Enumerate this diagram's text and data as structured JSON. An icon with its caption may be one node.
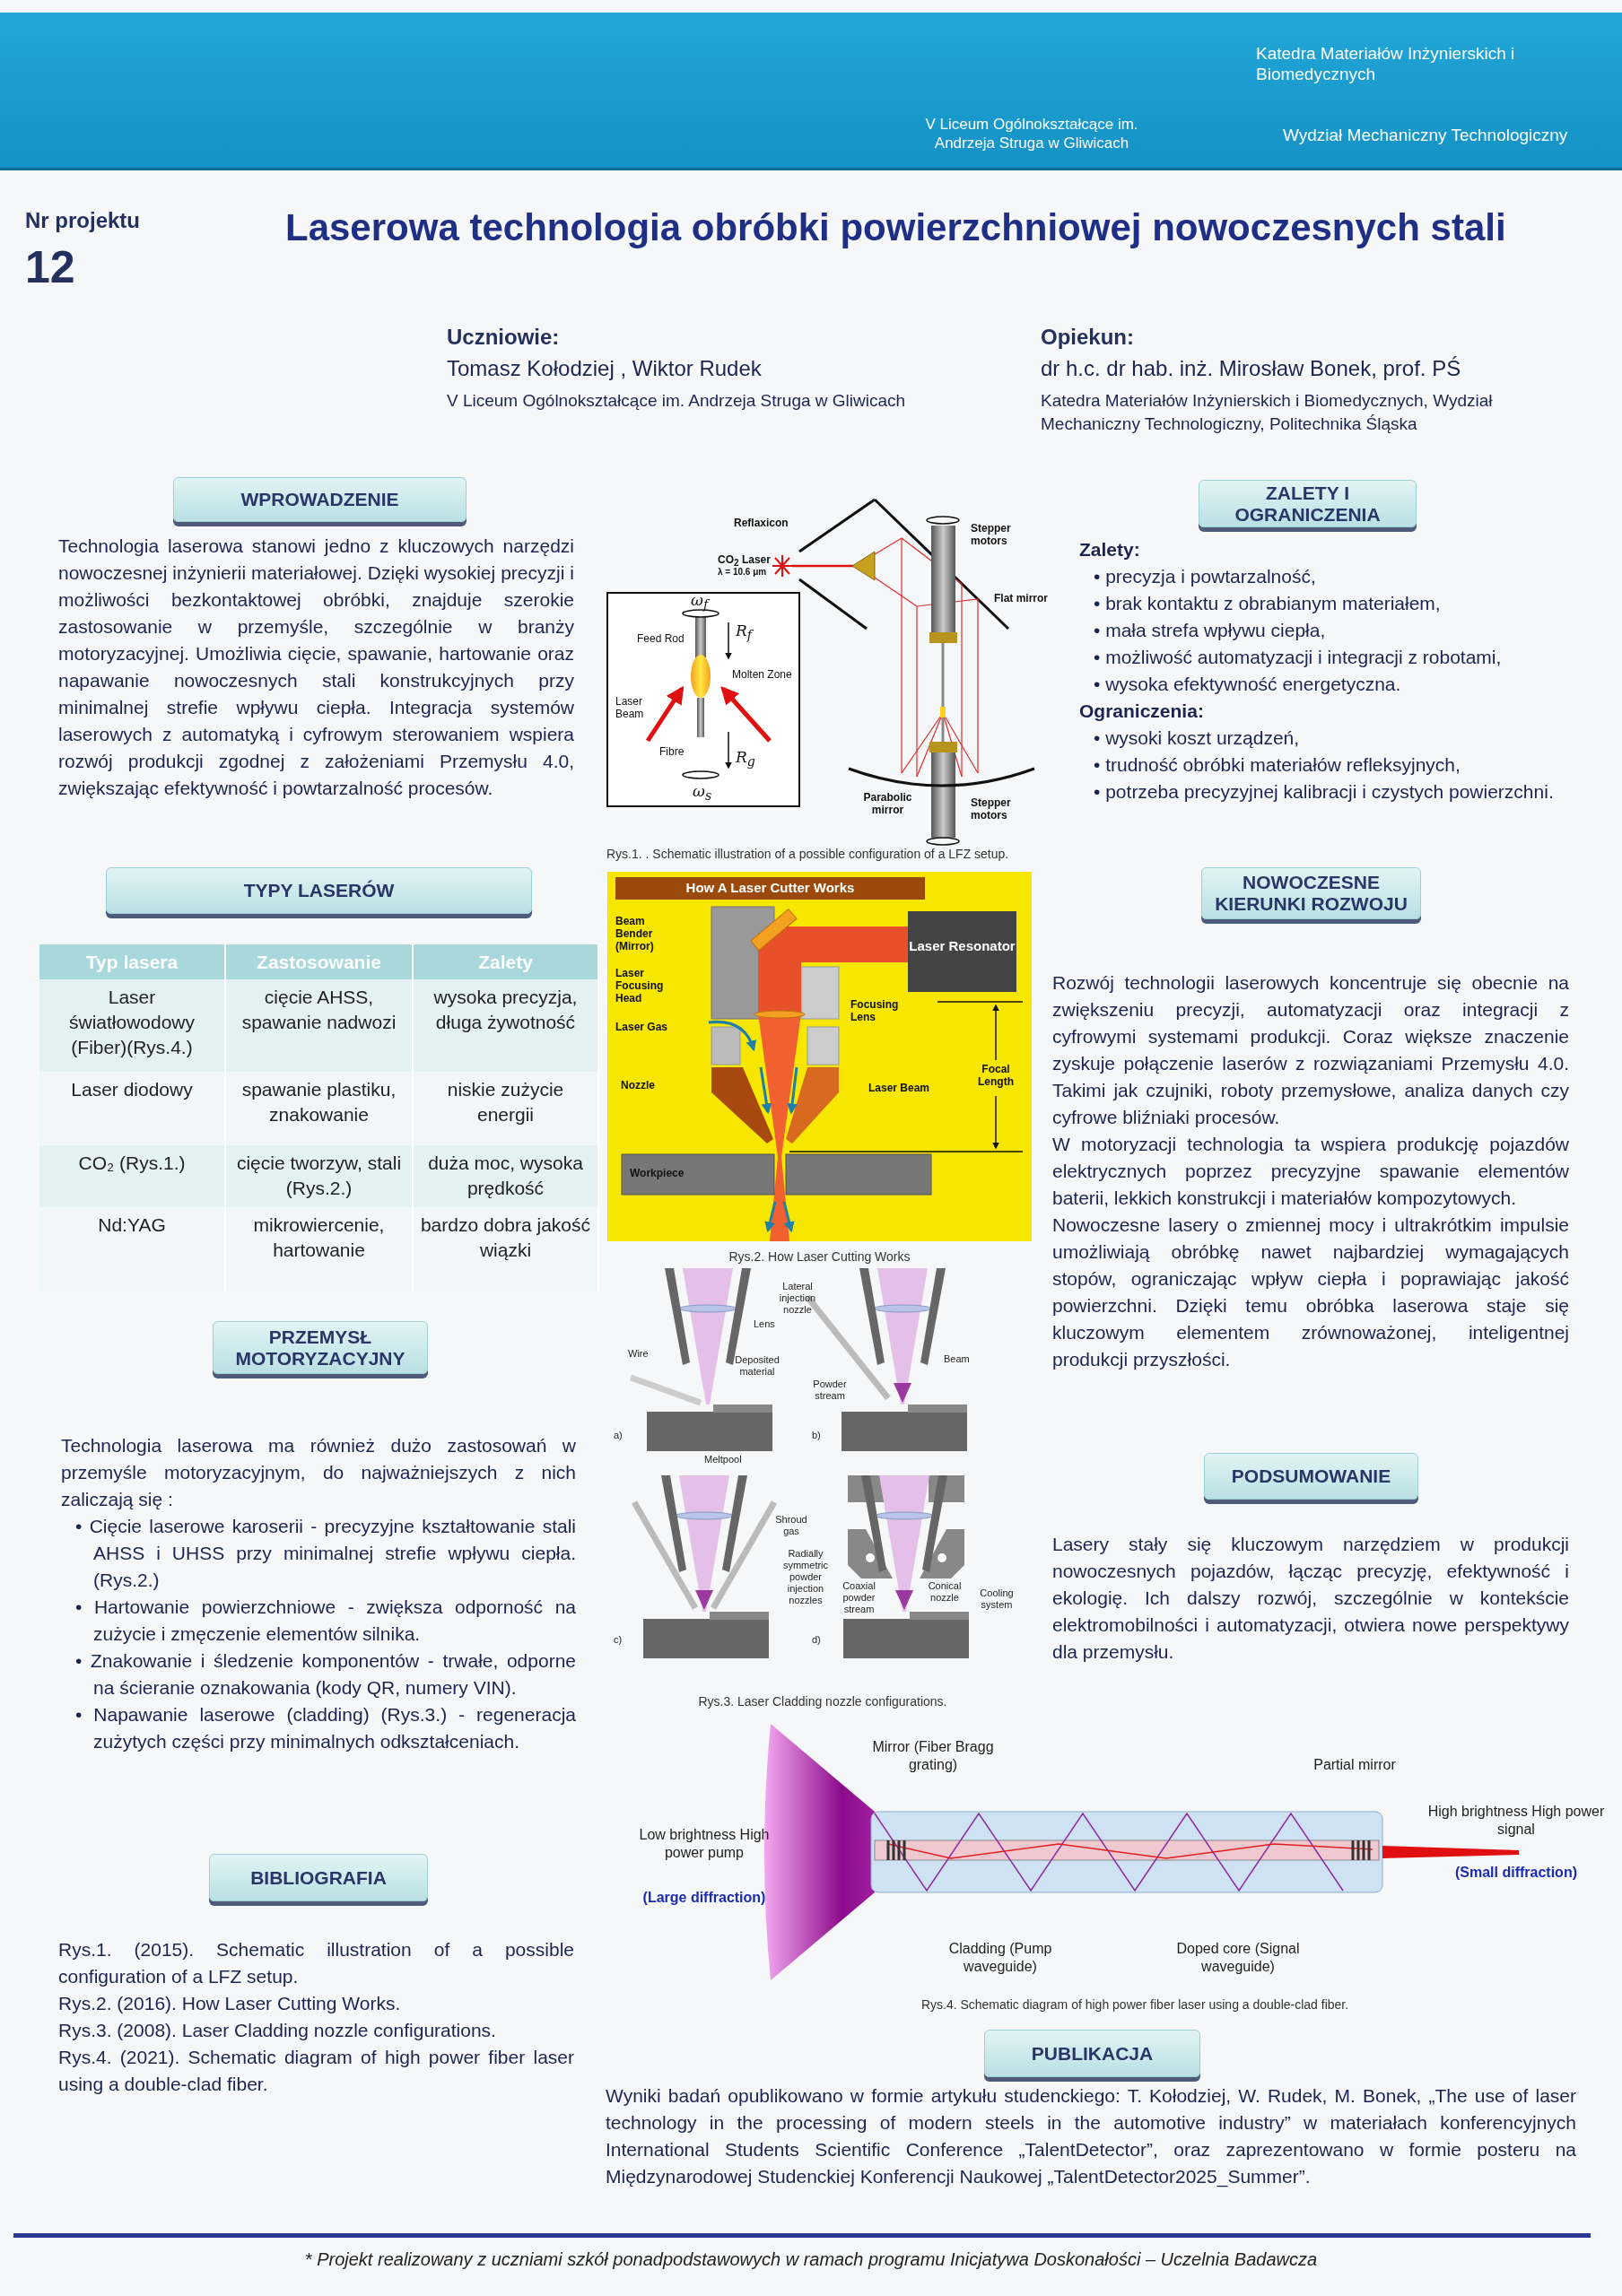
{
  "diagram": {
    "title": "Laserowa technologia obróbki powierzchniowej nowoczesnych stali",
    "caption": "* Projekt realizowany z uczniami szkół ponadpodstawowych w ramach programu Inicjatywa Doskonałości – Uczelnia Badawcza",
    "nodes": [
      {
        "text": [
          "WPROWADZENIE"
        ],
        "beside": [
          "Technologia laserowa stanowi jedno z kluczowych narzędzi nowoczesnej inżynierii materiałowej. Dzięki wysokiej precyzji i możliwości bezkontaktowej obróbki, znajduje szerokie zastosowanie w przemyśle, szczególnie w branży motoryzacyjnej. Umożliwia cięcie, spawanie, hartowanie oraz napawanie nowoczesnych stali konstrukcyjnych przy minimalnej strefie wpływu ciepła. Integracja systemów laserowych z automatyką i cyfrowym sterowaniem wspiera rozwój produkcji zgodnej z założeniami Przemysłu 4.0, zwiększając efektywność i powtarzalność procesów."
        ]
      },
      {
        "text": [
          "ZALETY I OGRANICZENIA"
        ],
        "beside": [
          "Zalety:",
          "• precyzja i powtarzalność,",
          "• brak kontaktu z obrabianym materiałem,",
          "• mała strefa wpływu ciepła,",
          "• możliwość automatyzacji i integracji z robotami,",
          "• wysoka efektywność energetyczna.",
          "Ograniczenia:",
          "• wysoki koszt urządzeń,",
          "• trudność obróbki materiałów refleksyjnych,",
          "• potrzeba precyzyjnej kalibracji i czystych powierzchni."
        ]
      },
      {
        "text": [
          "TYPY LASERÓW"
        ]
      },
      {
        "text": [
          "NOWOCZESNE KIERUNKI ROZWOJU"
        ],
        "beside": [
          "Rozwój technologii laserowych koncentruje się obecnie na zwiększeniu precyzji, automatyzacji oraz integracji z cyfrowymi systemami produkcji. Coraz większe znaczenie zyskuje połączenie laserów z rozwiązaniami Przemysłu 4.0. Takimi jak czujniki, roboty przemysłowe, analiza danych czy cyfrowe bliźniaki procesów.",
          "W motoryzacji technologia ta wspiera produkcję pojazdów elektrycznych poprzez precyzyjne spawanie elementów baterii, lekkich konstrukcji i materiałów kompozytowych.",
          "Nowoczesne lasery o zmiennej mocy i ultrakrótkim impulsie umożliwiają obróbkę nawet najbardziej wymagających stopów, ograniczając wpływ ciepła i poprawiając jakość powierzchni. Dzięki temu obróbka laserowa staje się kluczowym elementem zrównoważonej, inteligentnej produkcji przyszłości."
        ]
      },
      {
        "text": [
          "PRZEMYSŁ MOTORYZACYJNY"
        ],
        "beside": [
          "Technologia laserowa ma również dużo zastosowań w przemyśle motoryzacyjnym, do najważniejszych z nich zaliczają się :",
          "• Cięcie laserowe karoserii - precyzyjne kształtowanie stali AHSS i UHSS przy minimalnej strefie wpływu ciepła. (Rys.2.)",
          "• Hartowanie powierzchniowe - zwiększa odporność na zużycie i zmęczenie elementów silnika.",
          "• Znakowanie i śledzenie komponentów - trwałe, odporne na ścieranie oznakowania (kody QR, numery VIN).",
          "• Napawanie laserowe (cladding) (Rys.3.) - regeneracja zużytych części przy minimalnych odkształceniach."
        ]
      },
      {
        "text": [
          "PODSUMOWANIE"
        ],
        "beside": [
          "Lasery stały się kluczowym narzędziem w produkcji nowoczesnych pojazdów, łącząc precyzję, efektywność i ekologię. Ich dalszy rozwój, szczególnie w kontekście elektromobilności i automatyzacji, otwiera nowe perspektywy dla przemysłu."
        ]
      },
      {
        "text": [
          "BIBLIOGRAFIA"
        ],
        "beside": [
          "Rys.1. (2015). Schematic illustration of a possible configuration of a LFZ setup.",
          "Rys.2. (2016). How Laser Cutting Works.",
          "Rys.3. (2008). Laser Cladding nozzle configurations.",
          "Rys.4. (2021). Schematic diagram of high power fiber laser using a double-clad fiber."
        ]
      },
      {
        "text": [
          "PUBLIKACJA"
        ],
        "beside": [
          "Wyniki badań opublikowano w formie artykułu studenckiego: T. Kołodziej, W. Rudek, M. Bonek, „The use of laser technology in the processing of modern steels in the automotive industry” w materiałach konferencyjnych International Students Scientific Conference „TalentDetector”, oraz zaprezentowano w formie posteru na Międzynarodowej Studenckiej Konferencji Naukowej „TalentDetector2025_Summer”."
        ]
      }
    ],
    "labels": [
      "V Liceum Ogólnokształcące im. Andrzeja Struga w Gliwicach",
      "Katedra Materiałów Inżynierskich i Biomedycznych",
      "Wydział Mechaniczny Technologiczny",
      "Nr projektu",
      "12",
      "Uczniowie:",
      "Tomasz Kołodziej , Wiktor Rudek",
      "V Liceum Ogólnokształcące im. Andrzeja Struga w Gliwicach",
      "Opiekun:",
      "dr h.c. dr hab. inż. Mirosław Bonek, prof. PŚ",
      "Katedra Materiałów Inżynierskich i Biomedycznych, Wydział Mechaniczny Technologiczny, Politechnika Śląska",
      "Typ lasera",
      "Zastosowanie",
      "Zalety",
      "Laser światłowodowy (Fiber)(Rys.4.)",
      "cięcie AHSS, spawanie nadwozi",
      "wysoka precyzja, długa żywotność",
      "Laser diodowy",
      "spawanie plastiku, znakowanie",
      "niskie zużycie energii",
      "CO₂ (Rys.1.)",
      "cięcie tworzyw, stali (Rys.2.)",
      "duża moc, wysoka prędkość",
      "Nd:YAG",
      "mikrowiercenie, hartowanie",
      "bardzo dobra jakość wiązki",
      "Reflaxicon",
      "CO$_{2}$ Laser",
      "λ = 10.6 μm",
      "Stepper motors",
      "Flat mirror",
      "ω$_{f}$",
      "Feed Rod",
      "R$_{f}$",
      "Molten Zone",
      "Laser Beam",
      "Fibre",
      "R$_{g}$",
      "ω$_{s}$",
      "Parabolic mirror",
      "Stepper motors",
      "Rys.1. . Schematic illustration of a possible configuration of a LFZ setup.",
      "How A Laser Cutter Works",
      "Beam Bender (Mirror)",
      "Laser Resonator",
      "Laser Focusing Head",
      "Laser Gas",
      "Focusing Lens",
      "Nozzle",
      "Laser Beam",
      "Focal Length",
      "Workpiece",
      "Rys.2. How Laser Cutting Works",
      "Lateral injection nozzle",
      "Lens",
      "Wire",
      "Deposited material",
      "Powder stream",
      "Beam",
      "a)",
      "b)",
      "Meltpool",
      "Shroud gas",
      "Radially symmetric powder injection nozzles",
      "Coaxial powder stream",
      "Conical nozzle",
      "Cooling system",
      "c)",
      "d)",
      "Rys.3. Laser Cladding nozzle configurations.",
      "Mirror (Fiber Bragg grating)",
      "Partial mirror",
      "High brightness High power signal",
      "Low brightness High power pump",
      "(Small diffraction)",
      "(Large diffraction)",
      "Cladding (Pump waveguide)",
      "Doped core (Signal waveguide)",
      "Rys.4. Schematic diagram of high power fiber laser using a double-clad fiber."
    ]
  }
}
